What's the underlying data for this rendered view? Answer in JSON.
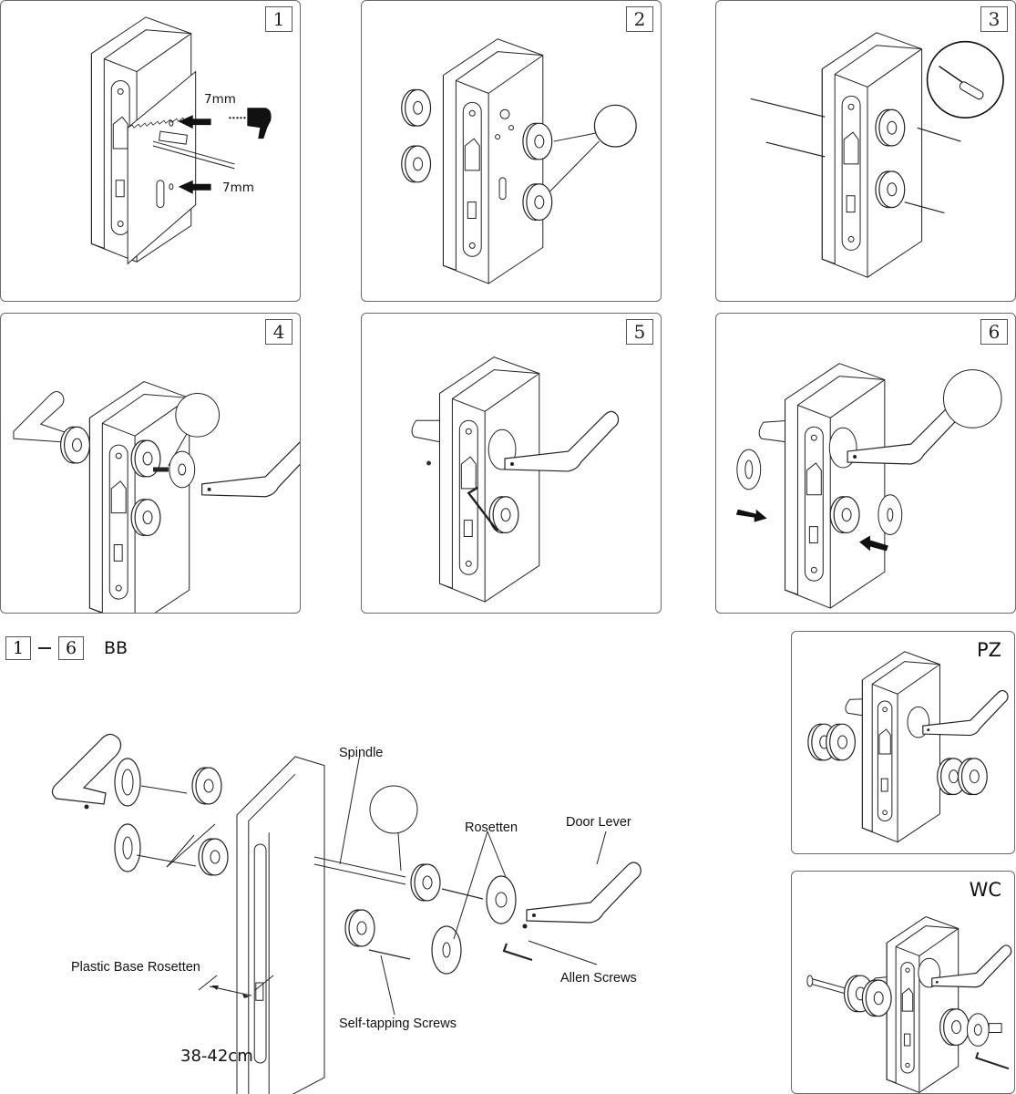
{
  "document": {
    "type": "door lever handle installation instructions",
    "steps": [
      {
        "number": "1",
        "annotations": [
          "7mm",
          "7mm"
        ],
        "icon": "drill-icon"
      },
      {
        "number": "2"
      },
      {
        "number": "3",
        "icon": "screwdriver-icon"
      },
      {
        "number": "4"
      },
      {
        "number": "5"
      },
      {
        "number": "6"
      }
    ],
    "range_header": {
      "from": "1",
      "to": "6",
      "variant": "BB"
    },
    "exploded_view": {
      "labels": {
        "spindle": "Spindle",
        "rosetten": "Rosetten",
        "door_lever": "Door Lever",
        "plastic_base_rosetten": "Plastic Base Rosetten",
        "allen_screws": "Allen Screws",
        "self_tapping_screws": "Self-tapping Screws",
        "door_thickness": "38-42cm"
      }
    },
    "variants": [
      {
        "label": "PZ"
      },
      {
        "label": "WC"
      }
    ]
  }
}
